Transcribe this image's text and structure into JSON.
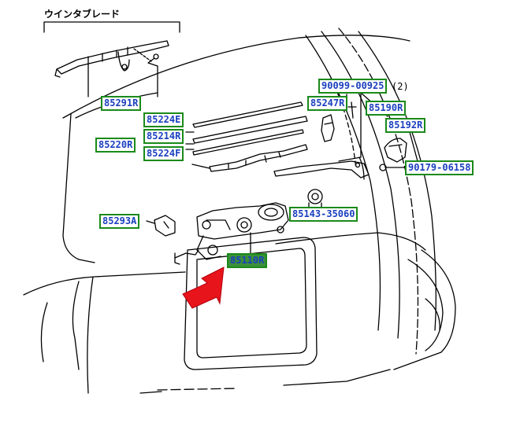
{
  "diagram": {
    "blade_heading": "ウインタブレード",
    "quantity_note": "(2)",
    "selected_part": "85110R",
    "highlight_color": "#3a8f3a",
    "label_border_color": "#1a8a1a",
    "label_text_color": "#1a3fbf",
    "arrow_color": "#e8141b"
  },
  "parts": [
    {
      "id": "85291R",
      "label": "85291R"
    },
    {
      "id": "85224E",
      "label": "85224E"
    },
    {
      "id": "85214R",
      "label": "85214R"
    },
    {
      "id": "85220R",
      "label": "85220R"
    },
    {
      "id": "85224F",
      "label": "85224F"
    },
    {
      "id": "85293A",
      "label": "85293A"
    },
    {
      "id": "90099-00925",
      "label": "90099-00925"
    },
    {
      "id": "85247R",
      "label": "85247R"
    },
    {
      "id": "85190R",
      "label": "85190R"
    },
    {
      "id": "85192R",
      "label": "85192R"
    },
    {
      "id": "90179-06158",
      "label": "90179-06158"
    },
    {
      "id": "85143-35060",
      "label": "85143-35060"
    },
    {
      "id": "85110R",
      "label": "85110R"
    }
  ]
}
